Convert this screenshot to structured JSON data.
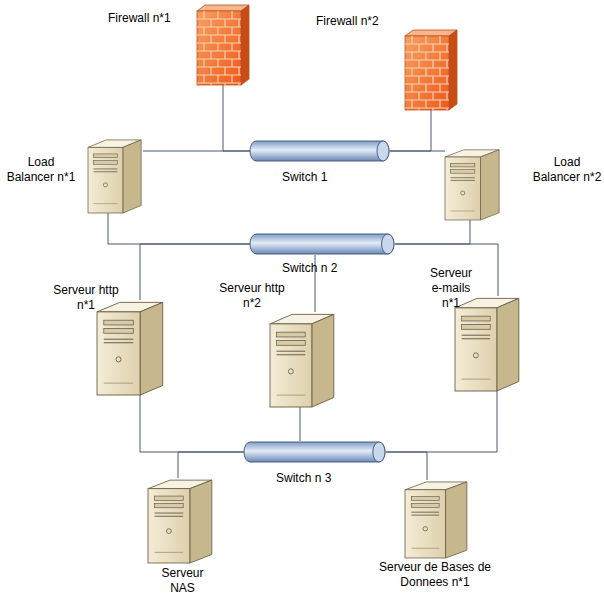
{
  "diagram": {
    "nodes": [
      {
        "text": [
          "Firewall n*1"
        ]
      },
      {
        "text": [
          "Firewall n*2"
        ]
      },
      {
        "text": [
          "Load Balancer n*1"
        ]
      },
      {
        "text": [
          "Switch 1"
        ]
      },
      {
        "text": [
          "Load Balancer n*2"
        ]
      },
      {
        "text": [
          "Switch n 2"
        ]
      },
      {
        "text": [
          "Serveur http n*1"
        ]
      },
      {
        "text": [
          "Serveur http n*2"
        ]
      },
      {
        "text": [
          "Serveur e-mails n*1"
        ]
      },
      {
        "text": [
          "Switch n 3"
        ]
      },
      {
        "text": [
          "Serveur NAS"
        ]
      },
      {
        "text": [
          "Serveur de Bases de Donnees n*1"
        ]
      }
    ],
    "edges": [
      {
        "from": 0,
        "to": 3,
        "arrow": "none"
      },
      {
        "from": 1,
        "to": 3,
        "arrow": "none"
      },
      {
        "from": 2,
        "to": 3,
        "arrow": "none"
      },
      {
        "from": 4,
        "to": 3,
        "arrow": "none"
      },
      {
        "from": 2,
        "to": 5,
        "arrow": "none"
      },
      {
        "from": 4,
        "to": 5,
        "arrow": "none"
      },
      {
        "from": 5,
        "to": 6,
        "arrow": "none"
      },
      {
        "from": 5,
        "to": 7,
        "arrow": "none"
      },
      {
        "from": 5,
        "to": 8,
        "arrow": "none"
      },
      {
        "from": 6,
        "to": 9,
        "arrow": "none"
      },
      {
        "from": 7,
        "to": 9,
        "arrow": "none"
      },
      {
        "from": 8,
        "to": 9,
        "arrow": "none"
      },
      {
        "from": 9,
        "to": 10,
        "arrow": "none"
      },
      {
        "from": 9,
        "to": 11,
        "arrow": "none"
      }
    ]
  }
}
